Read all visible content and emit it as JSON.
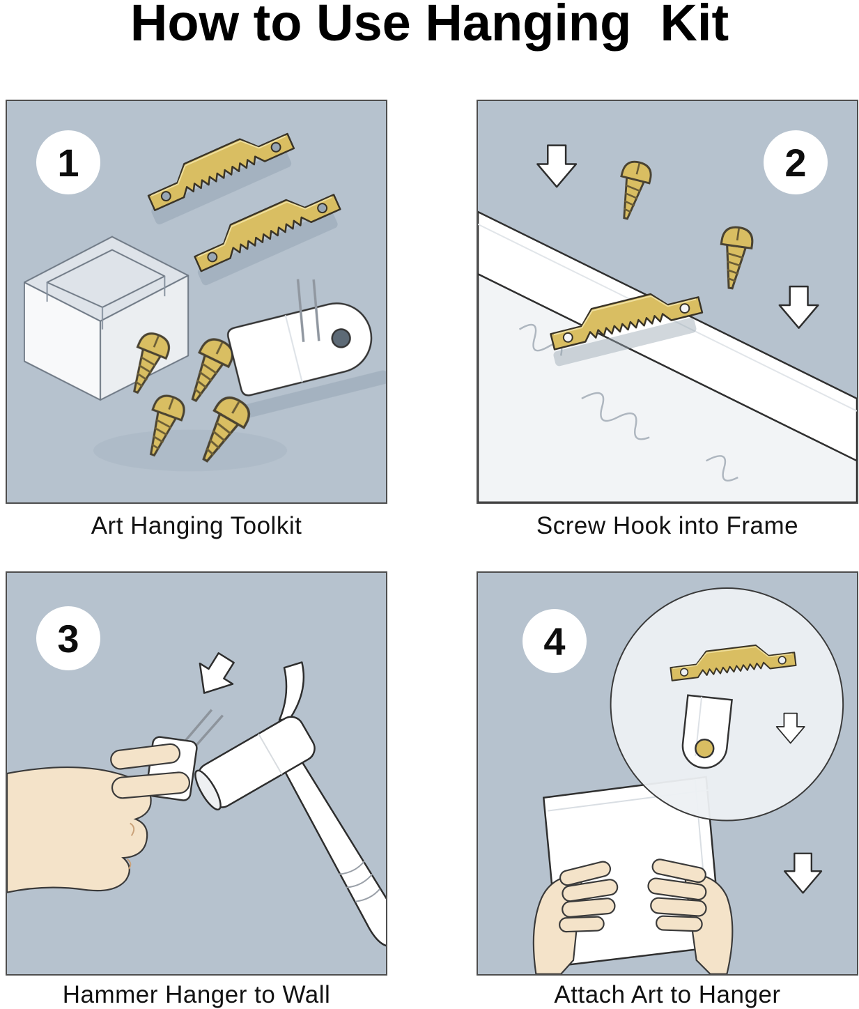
{
  "title": "How to Use Hanging  Kit",
  "colors": {
    "background": "#ffffff",
    "panel_bg": "#b6c2ce",
    "brass": "#d9be62",
    "outline": "#2d2d2d",
    "skin": "#f4e3c9",
    "white_object": "#ffffff",
    "shadow": "#93a3b2"
  },
  "panels": [
    {
      "number": "1",
      "caption": "Art Hanging Toolkit"
    },
    {
      "number": "2",
      "caption": "Screw Hook into Frame"
    },
    {
      "number": "3",
      "caption": "Hammer Hanger to Wall"
    },
    {
      "number": "4",
      "caption": "Attach Art to Hanger"
    }
  ]
}
